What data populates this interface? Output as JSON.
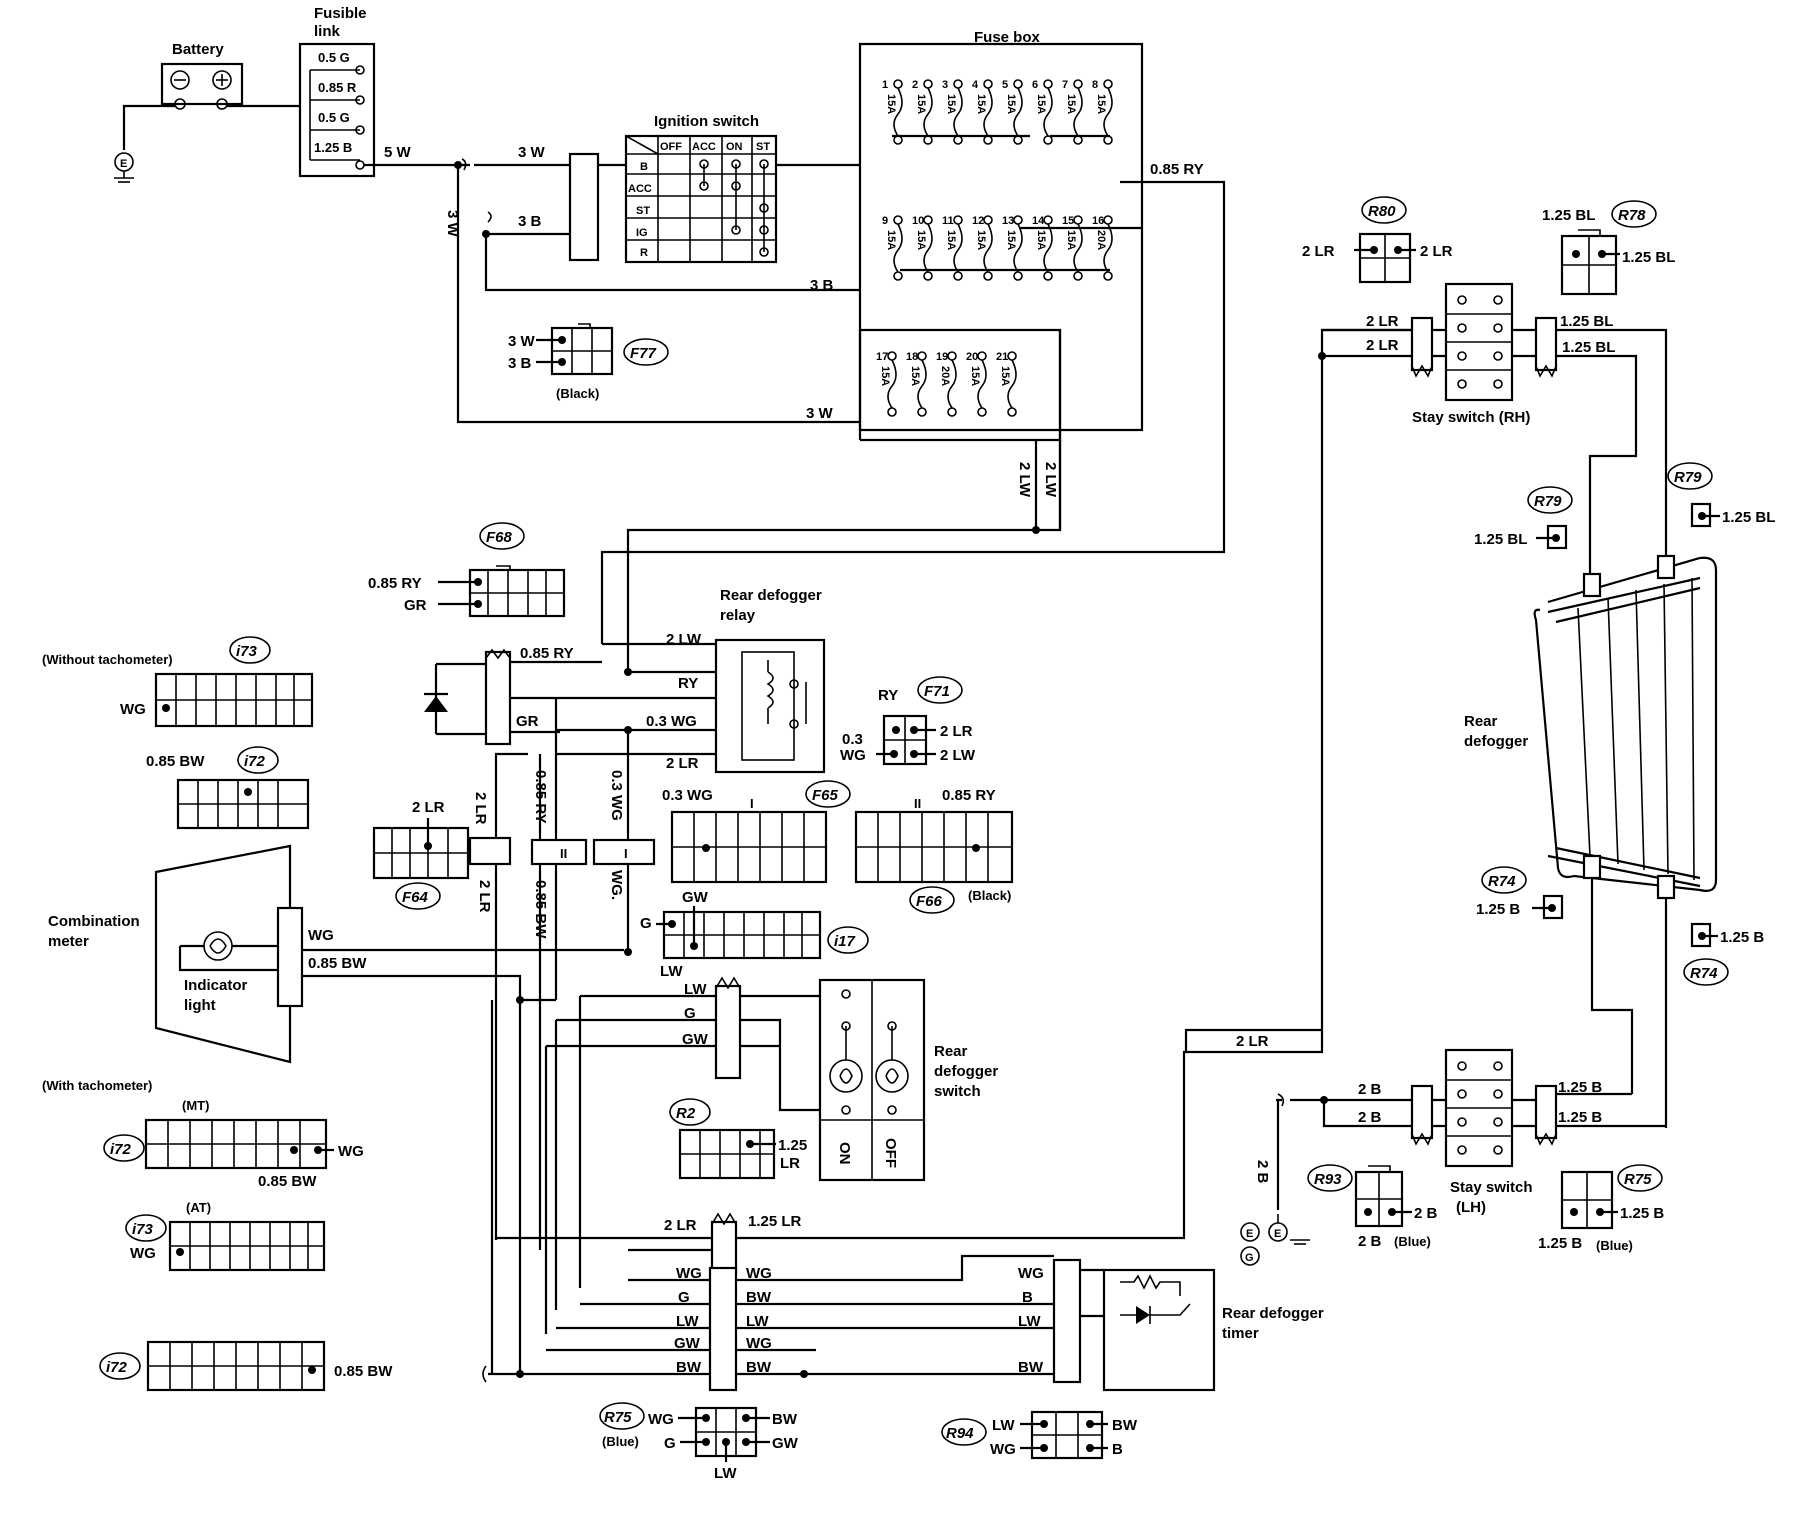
{
  "components": {
    "battery": "Battery",
    "fusible_link": [
      "Fusible",
      "link"
    ],
    "fusible_link_values": [
      "0.5 G",
      "0.85 R",
      "0.5 G",
      "1.25 B"
    ],
    "ignition_switch": "Ignition switch",
    "ignition_cols": [
      "OFF",
      "ACC",
      "ON",
      "ST"
    ],
    "ignition_rows": [
      "B",
      "ACC",
      "ST",
      "IG",
      "R"
    ],
    "fuse_box": "Fuse box",
    "fuses_row1": [
      "1",
      "2",
      "3",
      "4",
      "5",
      "6",
      "7",
      "8"
    ],
    "fuses_row1_amps": [
      "15A",
      "15A",
      "15A",
      "15A",
      "15A",
      "15A",
      "15A",
      "15A"
    ],
    "fuses_row2": [
      "9",
      "10",
      "11",
      "12",
      "13",
      "14",
      "15",
      "16"
    ],
    "fuses_row2_amps": [
      "15A",
      "15A",
      "15A",
      "15A",
      "15A",
      "15A",
      "15A",
      "20A"
    ],
    "fuses_row3": [
      "17",
      "18",
      "19",
      "20",
      "21"
    ],
    "fuses_row3_amps": [
      "15A",
      "15A",
      "20A",
      "15A",
      "15A"
    ],
    "rear_defogger_relay": [
      "Rear defogger",
      "relay"
    ],
    "combination_meter": [
      "Combination",
      "meter"
    ],
    "indicator_light": [
      "Indicator",
      "light"
    ],
    "rear_defogger_switch": [
      "Rear",
      "defogger",
      "switch"
    ],
    "switch_on": "ON",
    "switch_off": "OFF",
    "rear_defogger_timer": [
      "Rear defogger",
      "timer"
    ],
    "rear_defogger": [
      "Rear",
      "defogger"
    ],
    "stay_switch_rh": "Stay switch (RH)",
    "stay_switch_lh": [
      "Stay switch",
      "(LH)"
    ],
    "ground": "E",
    "ground_g": "G"
  },
  "connectors": {
    "F77": "F77",
    "F68": "F68",
    "F71": "F71",
    "F64": "F64",
    "F65": "F65",
    "F66": "F66",
    "i73": "i73",
    "i72": "i72",
    "i17": "i17",
    "R2": "R2",
    "R75": "R75",
    "R94": "R94",
    "R80": "R80",
    "R78": "R78",
    "R79": "R79",
    "R74": "R74",
    "R93": "R93",
    "black": "(Black)",
    "blue": "(Blue)",
    "roman_1": "I",
    "roman_2": "II"
  },
  "sections": {
    "without_tach": "(Without tachometer)",
    "with_tach": "(With tachometer)",
    "mt": "(MT)",
    "at": "(AT)"
  },
  "wires": {
    "w5W": "5 W",
    "w3W": "3 W",
    "w3B": "3 B",
    "w085RY": "0.85 RY",
    "w2LW": "2 LW",
    "w2LR": "2 LR",
    "wRY": "RY",
    "wGR": "GR",
    "w03WG": "0.3 WG",
    "w085BW": "0.85 BW",
    "wWG": "WG",
    "wG": "G",
    "wGW": "GW",
    "wLW": "LW",
    "wBW": "BW",
    "wB": "B",
    "w125LR": "1.25 LR",
    "w125": "1.25",
    "wLR": "LR",
    "w125BL": "1.25 BL",
    "w125B": "1.25 B",
    "w2B": "2 B",
    "w03": "0.3",
    "wWGdot": "WG."
  }
}
